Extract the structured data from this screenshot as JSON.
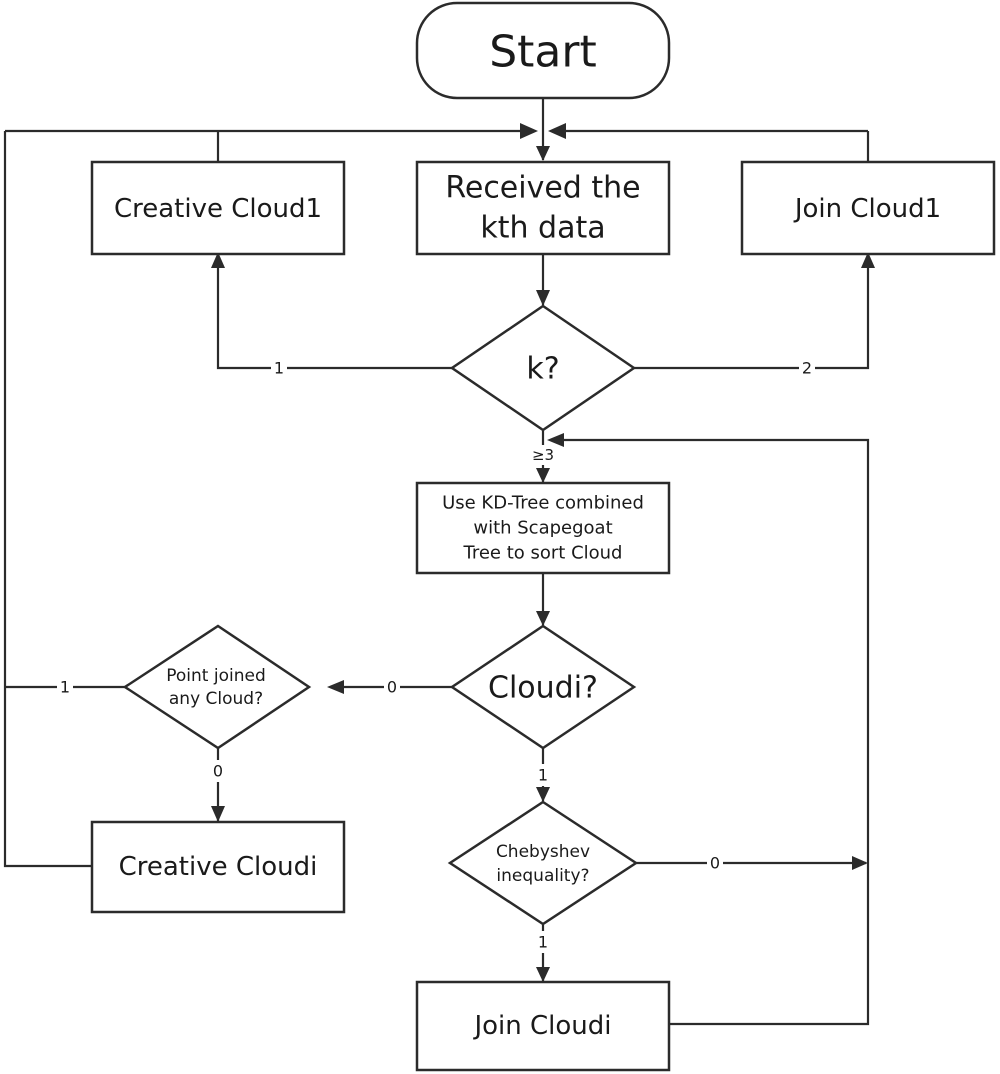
{
  "nodes": {
    "start": "Start",
    "received": [
      "Received the",
      "kth data"
    ],
    "creative_cloud1": "Creative Cloud1",
    "join_cloud1": "Join Cloud1",
    "k_decision": "k?",
    "kd_tree": [
      "Use KD-Tree combined",
      "with Scapegoat",
      "Tree to sort Cloud"
    ],
    "cloudi_decision": "Cloudi?",
    "point_joined": [
      "Point joined",
      "any Cloud?"
    ],
    "creative_cloudi": "Creative Cloudi",
    "chebyshev": [
      "Chebyshev",
      "inequality?"
    ],
    "join_cloudi": "Join Cloudi"
  },
  "edge_labels": {
    "k_to_creative": "1",
    "k_to_join": "2",
    "k_to_kdtree": "≥3",
    "cloudi_to_point": "0",
    "point_to_loop": "1",
    "point_to_creative": "0",
    "cloudi_to_chebyshev": "1",
    "chebyshev_to_right": "0",
    "chebyshev_to_join": "1"
  },
  "colors": {
    "stroke": "#2b2b2b",
    "fill": "#ffffff",
    "text": "#1a1a1a"
  }
}
